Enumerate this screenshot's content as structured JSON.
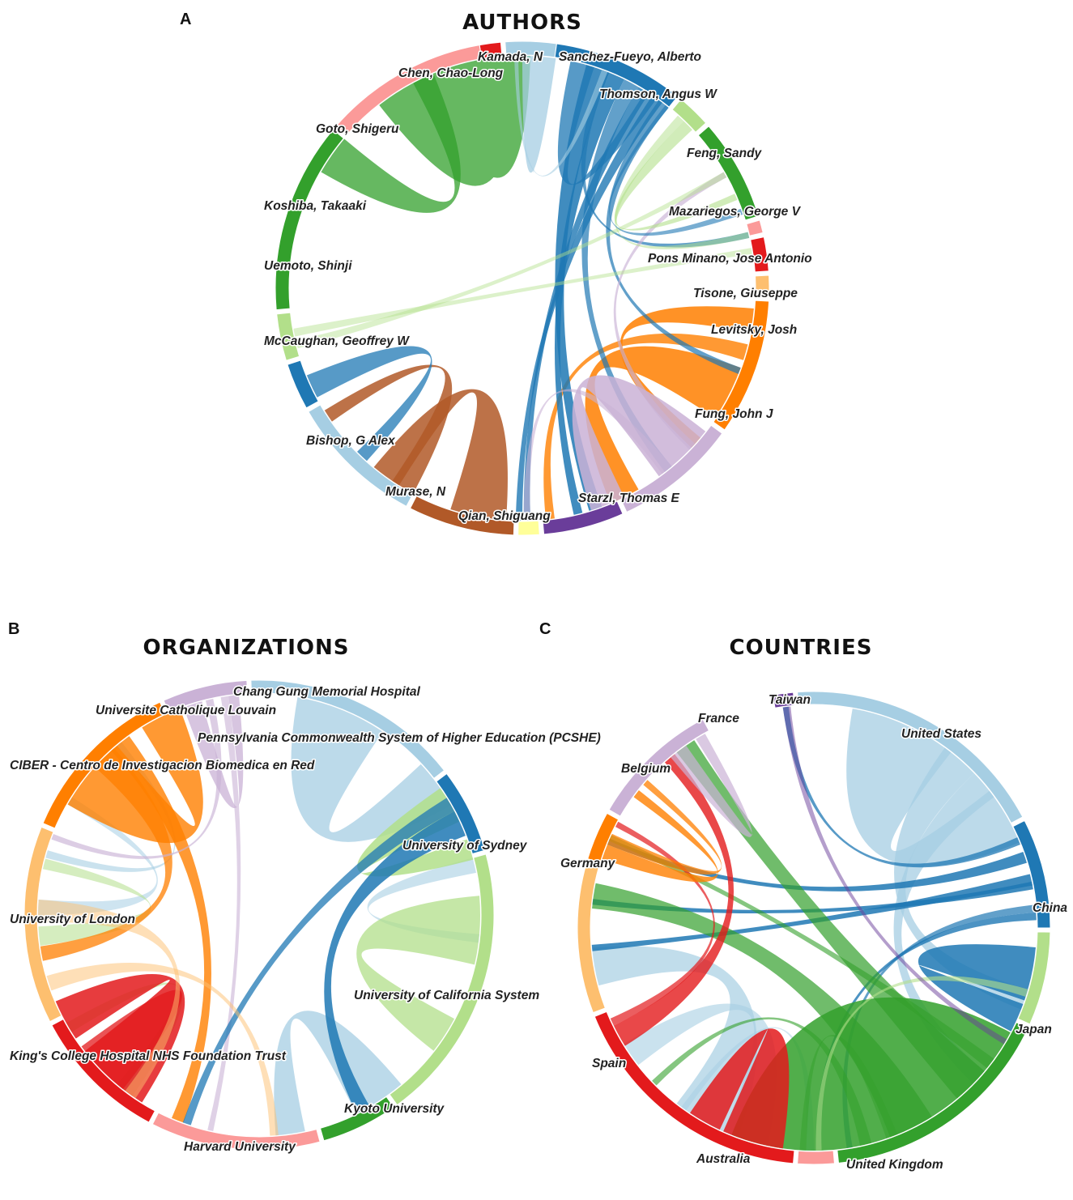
{
  "diagrams": [
    {
      "key": "authors",
      "letter": "A",
      "title": "AUTHORS",
      "nodes": [
        {
          "name": "Kamada, N",
          "color": "#e31a1c"
        },
        {
          "name": "Sanchez-Fueyo, Alberto",
          "color": "#a6cee3"
        },
        {
          "name": "Thomson, Angus W",
          "color": "#1f78b4"
        },
        {
          "name": "Feng, Sandy",
          "color": "#b2df8a"
        },
        {
          "name": "Mazariegos, George V",
          "color": "#33a02c"
        },
        {
          "name": "Pons Minano, Jose Antonio",
          "color": "#fb9a99"
        },
        {
          "name": "Tisone, Giuseppe",
          "color": "#e31a1c"
        },
        {
          "name": "Levitsky, Josh",
          "color": "#fdbf6f"
        },
        {
          "name": "Fung, John J",
          "color": "#ff7f00"
        },
        {
          "name": "Starzl, Thomas E",
          "color": "#cab2d6"
        },
        {
          "name": "Qian, Shiguang",
          "color": "#6a3d9a"
        },
        {
          "name": "Murase, N",
          "color": "#ffff99"
        },
        {
          "name": "Bishop, G Alex",
          "color": "#b15928"
        },
        {
          "name": "McCaughan, Geoffrey W",
          "color": "#a6cee3"
        },
        {
          "name": "Uemoto, Shinji",
          "color": "#1f78b4"
        },
        {
          "name": "Koshiba, Takaaki",
          "color": "#b2df8a"
        },
        {
          "name": "Goto, Shigeru",
          "color": "#33a02c"
        },
        {
          "name": "Chen, Chao-Long",
          "color": "#fb9a99"
        }
      ]
    },
    {
      "key": "organizations",
      "letter": "B",
      "title": "ORGANIZATIONS",
      "nodes": [
        {
          "name": "Chang Gung Memorial Hospital",
          "color": "#6a3d9a"
        },
        {
          "name": "Pennsylvania Commonwealth System of Higher Education (PCSHE)",
          "color": "#a6cee3"
        },
        {
          "name": "University of Sydney",
          "color": "#1f78b4"
        },
        {
          "name": "University of California System",
          "color": "#b2df8a"
        },
        {
          "name": "Kyoto University",
          "color": "#33a02c"
        },
        {
          "name": "Harvard University",
          "color": "#fb9a99"
        },
        {
          "name": "King's College Hospital NHS Foundation Trust",
          "color": "#e31a1c"
        },
        {
          "name": "University of London",
          "color": "#fdbf6f"
        },
        {
          "name": "CIBER - Centro de Investigacion Biomedica en Red",
          "color": "#ff7f00"
        },
        {
          "name": "Universite Catholique Louvain",
          "color": "#cab2d6"
        }
      ]
    },
    {
      "key": "countries",
      "letter": "C",
      "title": "COUNTRIES",
      "nodes": [
        {
          "name": "Taiwan",
          "color": "#6a3d9a"
        },
        {
          "name": "United States",
          "color": "#a6cee3"
        },
        {
          "name": "China",
          "color": "#1f78b4"
        },
        {
          "name": "Japan",
          "color": "#b2df8a"
        },
        {
          "name": "United Kingdom",
          "color": "#33a02c"
        },
        {
          "name": "Australia",
          "color": "#fb9a99"
        },
        {
          "name": "Spain",
          "color": "#e31a1c"
        },
        {
          "name": "Germany",
          "color": "#fdbf6f"
        },
        {
          "name": "Belgium",
          "color": "#ff7f00"
        },
        {
          "name": "France",
          "color": "#cab2d6"
        }
      ]
    }
  ]
}
